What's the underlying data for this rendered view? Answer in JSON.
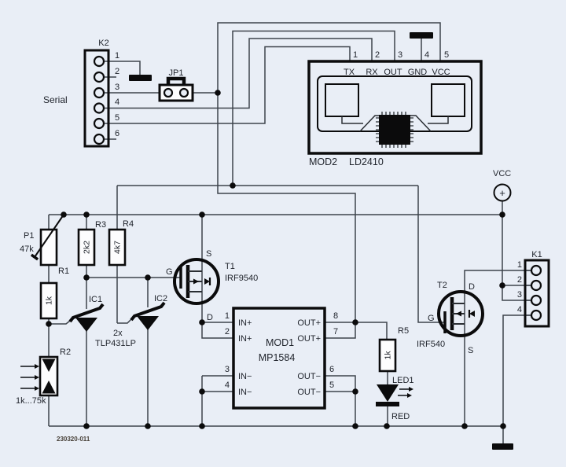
{
  "colors": {
    "background": "#e9eef6",
    "wire": "#3d434b",
    "component_outline": "#0b0b0c",
    "text": "#1e222a"
  },
  "labels": {
    "serial": "Serial",
    "k2": {
      "name": "K2",
      "pins": [
        "1",
        "2",
        "3",
        "4",
        "5",
        "6"
      ]
    },
    "jp1": {
      "name": "JP1"
    },
    "mod2": {
      "name": "MOD2",
      "part": "LD2410",
      "pin_numbers": [
        "1",
        "2",
        "3",
        "4",
        "5"
      ],
      "pin_names": [
        "TX",
        "RX",
        "OUT",
        "GND",
        "VCC"
      ]
    },
    "vcc": {
      "name": "VCC",
      "plus": "+"
    },
    "p1": {
      "name": "P1",
      "value": "47k"
    },
    "r1": {
      "name": "R1",
      "value": "1k"
    },
    "r2": {
      "name": "R2",
      "value": "1k...75k"
    },
    "r3": {
      "name": "R3",
      "value": "2k2"
    },
    "r4": {
      "name": "R4",
      "value": "4k7"
    },
    "r5": {
      "name": "R5",
      "value": "1k"
    },
    "ic1": {
      "name": "IC1"
    },
    "ic2": {
      "name": "IC2"
    },
    "ic_pair": {
      "qty": "2x",
      "part": "TLP431LP"
    },
    "t1": {
      "name": "T1",
      "part": "IRF9540",
      "s": "S",
      "g": "G",
      "d": "D"
    },
    "t2": {
      "name": "T2",
      "part": "IRF540",
      "s": "S",
      "g": "G",
      "d": "D"
    },
    "mod1": {
      "name": "MOD1",
      "part": "MP1584",
      "left_pin_numbers": [
        "1",
        "2",
        "3",
        "4"
      ],
      "left_pin_names": [
        "IN+",
        "IN+",
        "IN−",
        "IN−"
      ],
      "right_pin_numbers": [
        "8",
        "7",
        "6",
        "5"
      ],
      "right_pin_names": [
        "OUT+",
        "OUT+",
        "OUT−",
        "OUT−"
      ]
    },
    "led1": {
      "name": "LED1",
      "color_label": "RED"
    },
    "k1": {
      "name": "K1",
      "pins": [
        "1",
        "2",
        "3",
        "4"
      ]
    },
    "doc_number": "230320-011"
  }
}
